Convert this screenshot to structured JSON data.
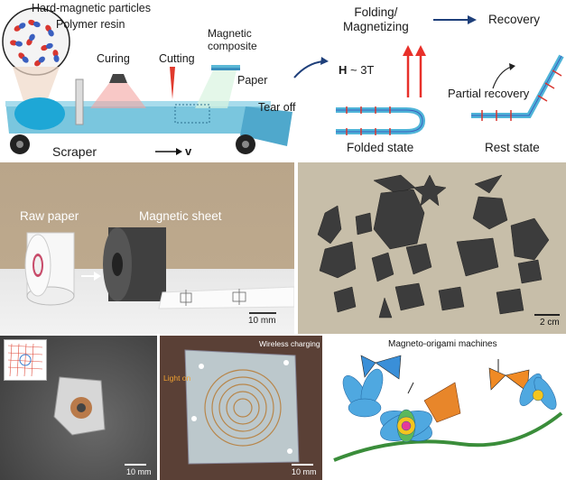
{
  "top_panel": {
    "particles_label": "Hard-magnetic particles",
    "resin_label": "Polymer resin",
    "curing_label": "Curing",
    "cutting_label": "Cutting",
    "composite_label": "Magnetic\ncomposite",
    "paper_label": "Paper",
    "tear_off_label": "Tear off",
    "scraper_label": "Scraper",
    "velocity_label": "v",
    "folding_label": "Folding/\nMagnetizing",
    "field_label_h": "H",
    "field_label_value": " ~ 3T",
    "recovery_label": "Recovery",
    "partial_recovery_label": "Partial recovery",
    "folded_state_label": "Folded state",
    "rest_state_label": "Rest state"
  },
  "middle_left": {
    "raw_paper_label": "Raw paper",
    "magnetic_sheet_label": "Magnetic sheet",
    "scale_label": "10 mm"
  },
  "middle_right": {
    "scale_label": "2 cm"
  },
  "bottom_left": {
    "scale_label": "10 mm"
  },
  "bottom_middle": {
    "wireless_label": "Wireless charging",
    "light_label": "Light on",
    "scale_label": "10 mm"
  },
  "bottom_right": {
    "title": "Magneto-origami machines"
  },
  "colors": {
    "belt_blue": "#5bb8d6",
    "magnet_red": "#d8362f",
    "magnet_blue": "#3a5fbf",
    "field_red": "#e8302a",
    "photo_dark": "#3a3a3a"
  }
}
